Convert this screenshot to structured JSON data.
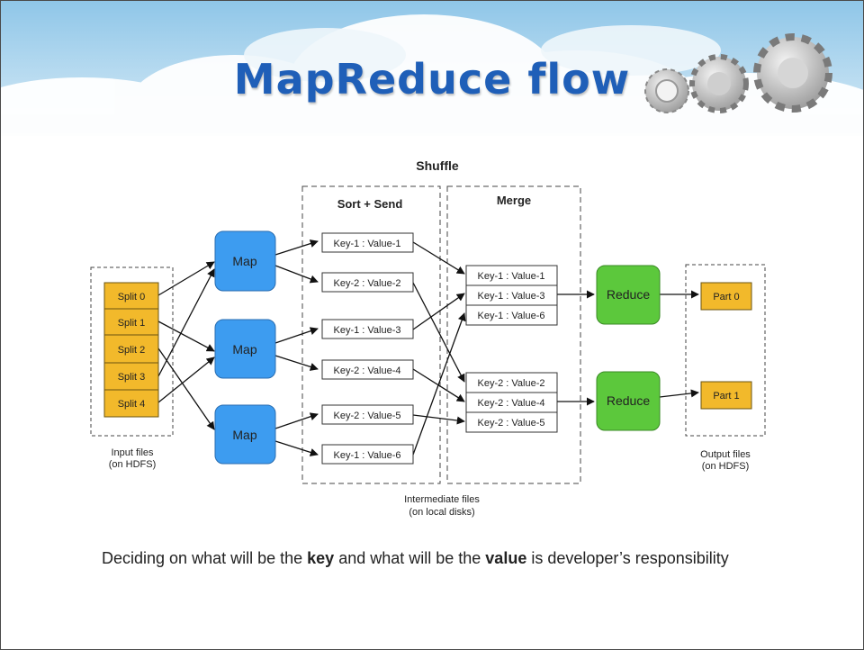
{
  "slide": {
    "title": "MapReduce flow",
    "caption": {
      "part1": "Deciding on what will be the ",
      "key_word": "key",
      "part2": " and what will be the ",
      "value_word": "value",
      "part3": " is developer’s responsibility"
    }
  },
  "diagram": {
    "shuffle_label": "Shuffle",
    "sort_send_label": "Sort + Send",
    "merge_label": "Merge",
    "splits": [
      "Split 0",
      "Split 1",
      "Split 2",
      "Split 3",
      "Split 4"
    ],
    "map_label": "Map",
    "sort_pairs": [
      "Key-1 : Value-1",
      "Key-2 : Value-2",
      "Key-1 : Value-3",
      "Key-2 : Value-4",
      "Key-2 : Value-5",
      "Key-1 : Value-6"
    ],
    "merge_group_1": [
      "Key-1 : Value-1",
      "Key-1 : Value-3",
      "Key-1 : Value-6"
    ],
    "merge_group_2": [
      "Key-2 : Value-2",
      "Key-2 : Value-4",
      "Key-2 : Value-5"
    ],
    "reduce_label": "Reduce",
    "parts": [
      "Part 0",
      "Part 1"
    ],
    "input_label": [
      "Input files",
      "(on HDFS)"
    ],
    "output_label": [
      "Output files",
      "(on HDFS)"
    ],
    "intermediate_label": [
      "Intermediate files",
      "(on local disks)"
    ]
  },
  "colors": {
    "title": "#1f5fb8",
    "split_fill": "#f2b92b",
    "map_fill": "#3d9cf0",
    "reduce_fill": "#5cc83c",
    "part_fill": "#f2b92b"
  }
}
